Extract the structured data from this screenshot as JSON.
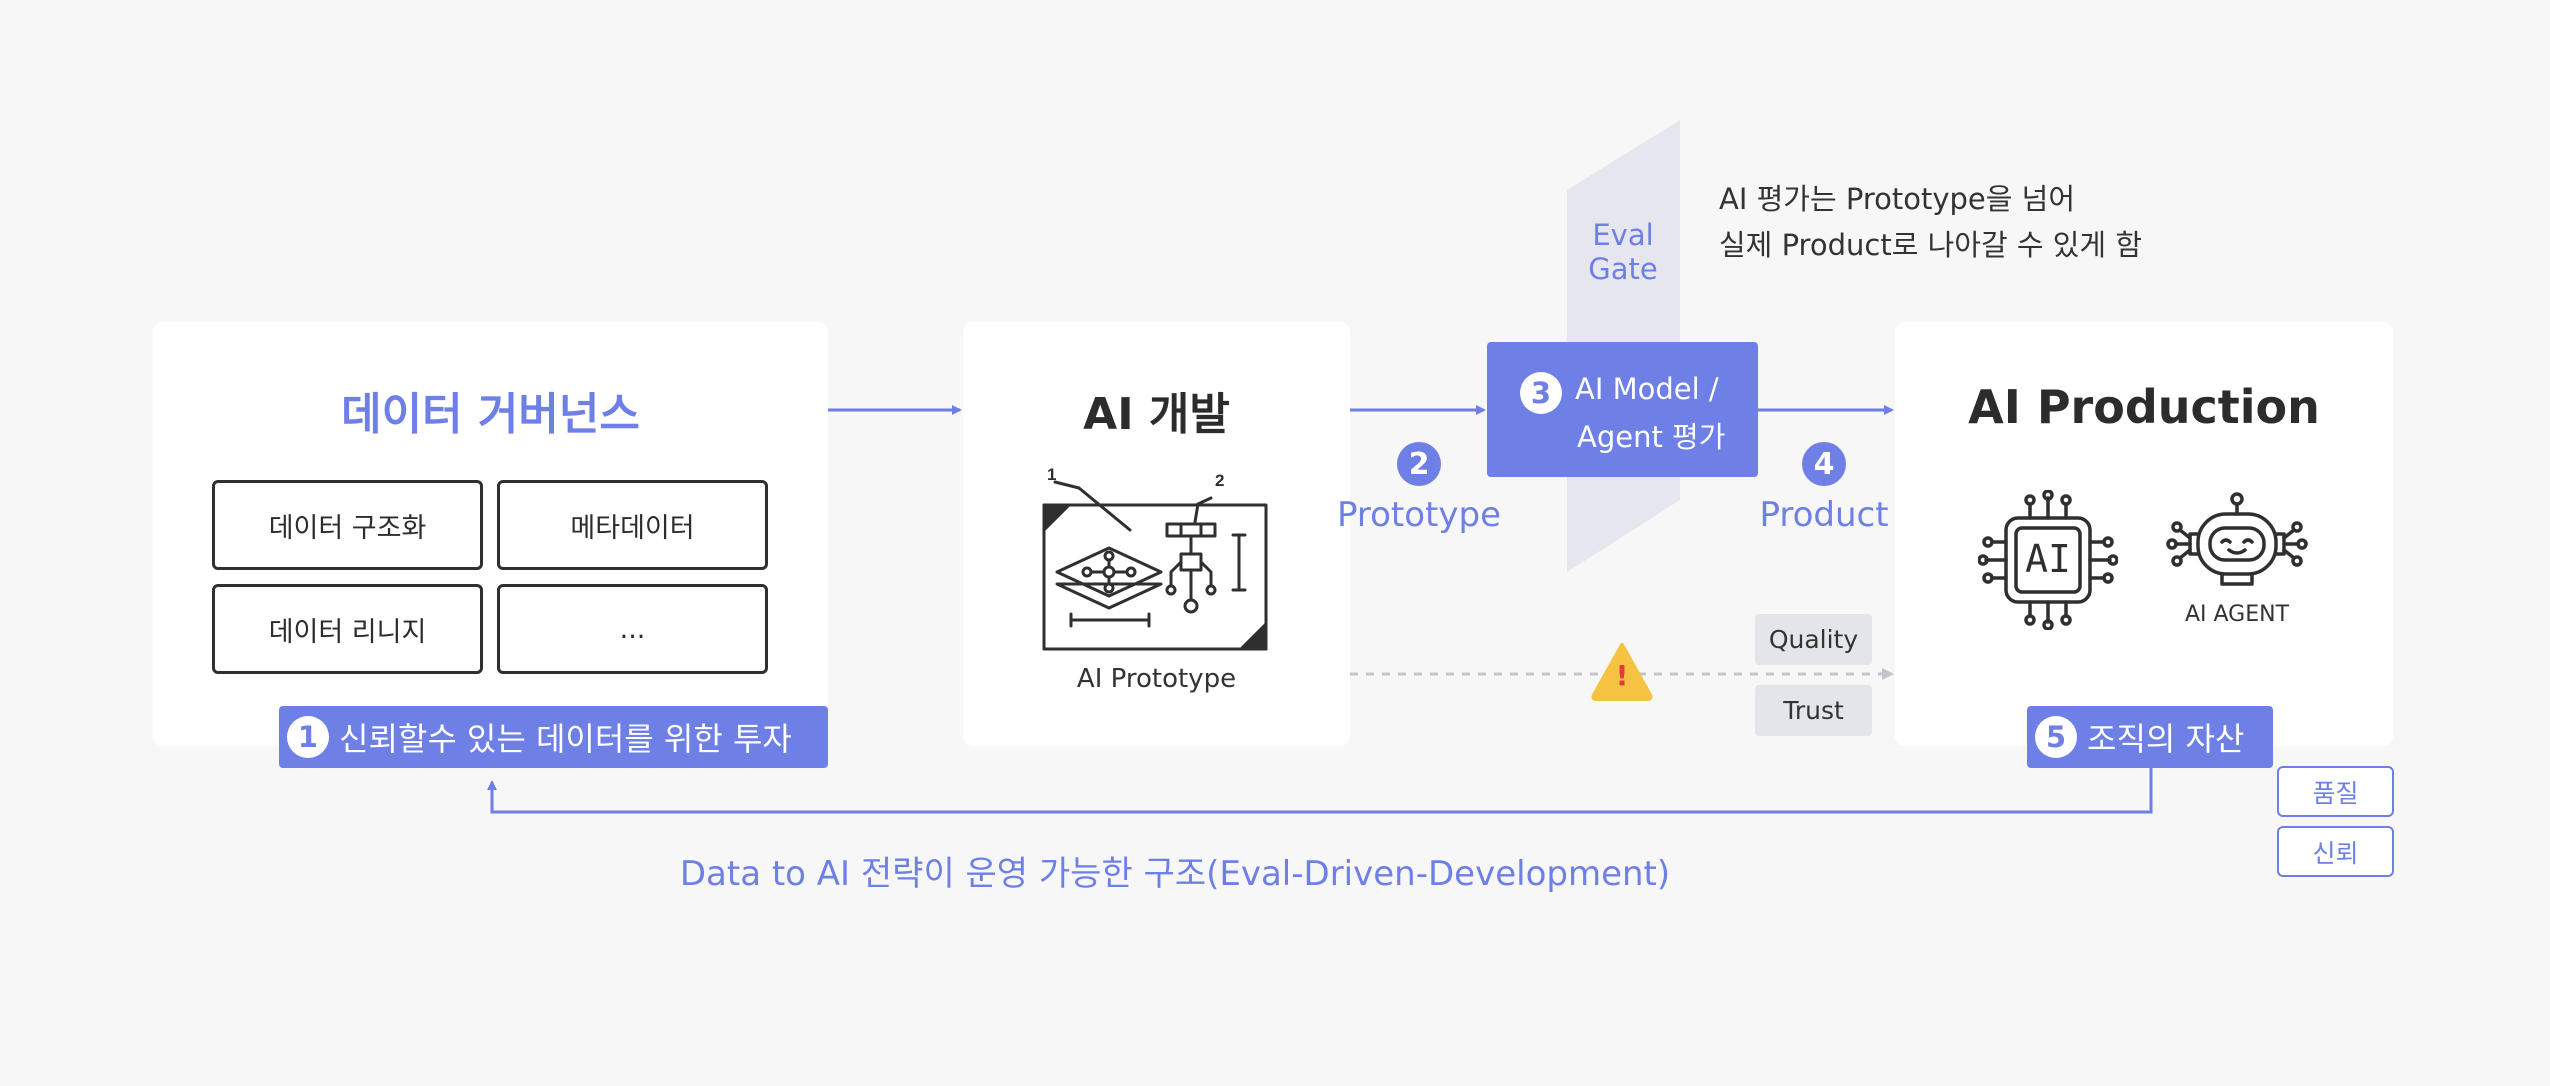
{
  "governance": {
    "title": "데이터 거버넌스",
    "tiles": [
      "데이터 구조화",
      "메타데이터",
      "데이터 리니지",
      "..."
    ],
    "banner_num": "1",
    "banner": "신뢰할수 있는 데이터를 위한 투자"
  },
  "ai_dev": {
    "title": "AI 개발",
    "caption": "AI Prototype",
    "callout_1": "1",
    "callout_2": "2"
  },
  "step2": {
    "num": "2",
    "label": "Prototype"
  },
  "eval_gate": {
    "label_line1": "Eval",
    "label_line2": "Gate"
  },
  "step3": {
    "num": "3",
    "line1": "AI Model /",
    "line2": "Agent 평가"
  },
  "step4": {
    "num": "4",
    "label": "Product"
  },
  "note": {
    "line1": "AI 평가는 Prototype을 넘어",
    "line2": "실제 Product로 나아갈 수 있게 함"
  },
  "production": {
    "title": "AI Production",
    "chip_text": "AI",
    "agent_label": "AI AGENT",
    "banner_num": "5",
    "banner": "조직의 자산"
  },
  "quality_trust": {
    "quality": "Quality",
    "trust": "Trust",
    "warning": "!"
  },
  "outcome_tags": {
    "quality": "품질",
    "trust": "신뢰"
  },
  "footer": "Data to AI 전략이 운영 가능한 구조(Eval-Driven-Development)",
  "colors": {
    "accent": "#6e7fe6",
    "card": "#ffffff",
    "background": "#f7f7f8",
    "warning": "#f5c242"
  }
}
